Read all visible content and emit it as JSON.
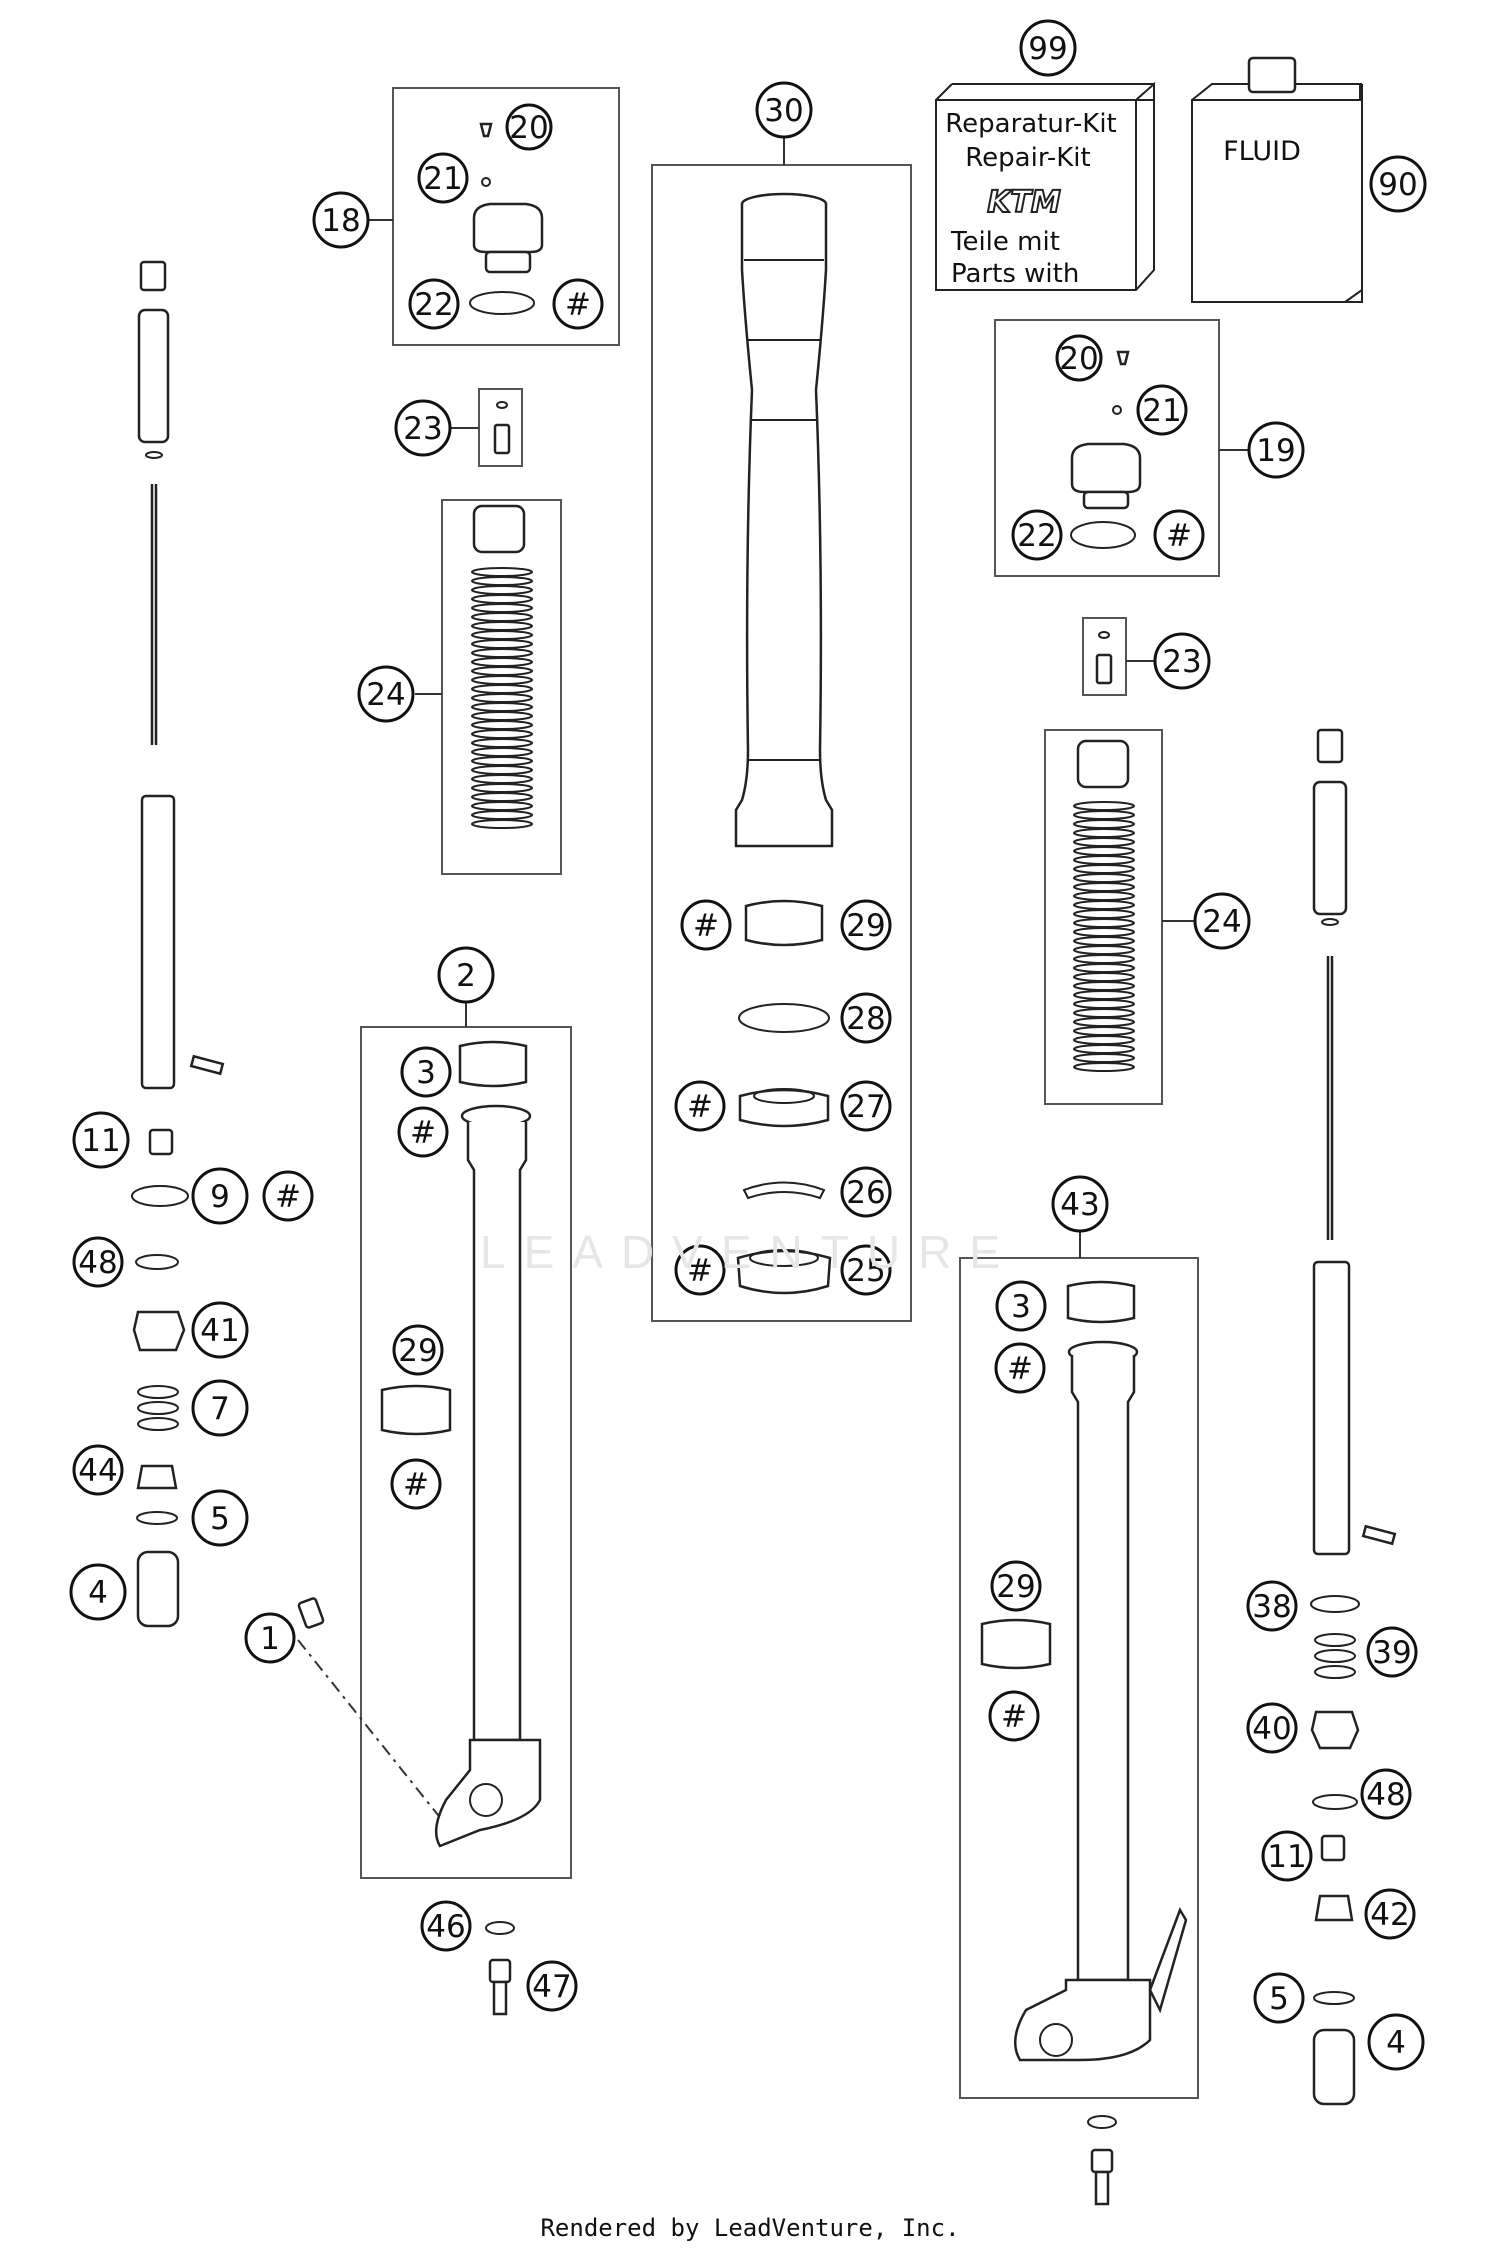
{
  "kit": {
    "line1": "Reparatur-Kit",
    "line2": "Repair-Kit",
    "brand": "KTM",
    "line3": "Teile mit",
    "line4": "Parts with"
  },
  "fluid": {
    "label": "FLUID"
  },
  "watermark": "LEADVENTURE",
  "footer": "Rendered by LeadVenture, Inc.",
  "callouts": [
    "99",
    "90",
    "30",
    "20",
    "21",
    "18",
    "22",
    "#",
    "23",
    "24",
    "19",
    "20",
    "21",
    "22",
    "#",
    "23",
    "29",
    "#",
    "28",
    "27",
    "#",
    "26",
    "25",
    "#",
    "2",
    "3",
    "#",
    "29",
    "#",
    "24",
    "43",
    "3",
    "#",
    "29",
    "#",
    "11",
    "9",
    "#",
    "48",
    "41",
    "7",
    "44",
    "5",
    "4",
    "1",
    "46",
    "47",
    "38",
    "39",
    "40",
    "48",
    "11",
    "42",
    "5",
    "4"
  ]
}
